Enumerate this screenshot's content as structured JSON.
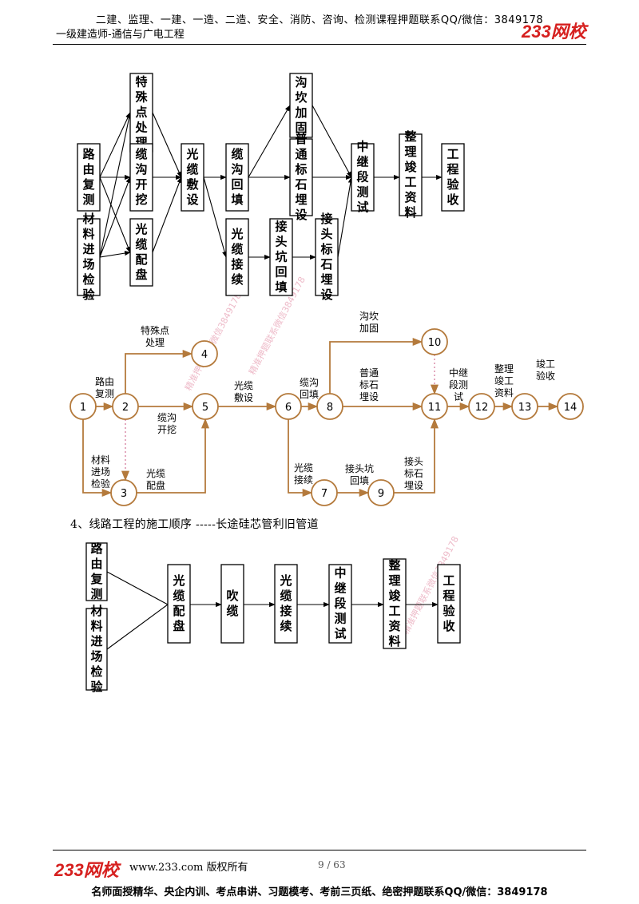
{
  "header": {
    "promo_line": "二建、监理、一建、一造、二造、安全、消防、咨询、检测课程押题联系QQ/微信：3849178",
    "subject": "一级建造师-通信与广电工程",
    "logo": "233网校"
  },
  "flowchart1": {
    "boxes": {
      "route_survey": "路由复测",
      "material_inspection": "材料进场检验",
      "special_point": "特殊点处理",
      "trench_dig": "缆沟开挖",
      "cable_reel": "光缆配盘",
      "cable_lay": "光缆敷设",
      "trench_backfill": "缆沟回填",
      "cable_splice": "光缆接续",
      "joint_pit_backfill": "接头坑回填",
      "ditch_slope": "沟坎加固",
      "marker_stone": "普通标石埋设",
      "joint_marker": "接头标石埋设",
      "relay_test": "中继段测试",
      "as_built_docs": "整理竣工资料",
      "acceptance": "工程验收"
    }
  },
  "network": {
    "nodes": [
      "1",
      "2",
      "3",
      "4",
      "5",
      "6",
      "7",
      "8",
      "9",
      "10",
      "11",
      "12",
      "13",
      "14"
    ],
    "labels": {
      "route_survey": [
        "路由",
        "复测"
      ],
      "special_point": [
        "特殊点",
        "处理"
      ],
      "trench_dig": [
        "缆沟",
        "开挖"
      ],
      "material_inspection": [
        "材料",
        "进场",
        "检验"
      ],
      "cable_reel": [
        "光缆",
        "配盘"
      ],
      "cable_lay": [
        "光缆",
        "敷设"
      ],
      "trench_backfill": [
        "缆沟",
        "回填"
      ],
      "ditch_slope": [
        "沟坎",
        "加固"
      ],
      "marker_stone": [
        "普通",
        "标石",
        "埋设"
      ],
      "cable_splice": [
        "光缆",
        "接续"
      ],
      "joint_pit_backfill": [
        "接头坑",
        "回填"
      ],
      "joint_marker": [
        "接头",
        "标石",
        "埋设"
      ],
      "relay_test": [
        "中继",
        "段测",
        "试"
      ],
      "as_built_docs": [
        "整理",
        "竣工",
        "资料"
      ],
      "acceptance": [
        "竣工",
        "验收"
      ]
    }
  },
  "section_heading": "4、线路工程的施工顺序 -----长途硅芯管利旧管道",
  "flowchart2": {
    "boxes": {
      "route_survey": "路由复测",
      "material_inspection": "材料进场检验",
      "cable_reel": "光缆配盘",
      "blow_cable": "吹缆",
      "cable_splice": "光缆接续",
      "relay_test": "中继段测试",
      "as_built_docs": "整理竣工资料",
      "acceptance": "工程验收"
    }
  },
  "watermarks": [
    "精准押题联系微信3849178",
    "精准押题联系微信3849178",
    "精准押题联系微信3849178"
  ],
  "footer": {
    "logo": "233网校",
    "site": "www.233.com 版权所有",
    "page": "9 / 63",
    "promo_line": "名师面授精华、央企内训、考点串讲、习题模考、考前三页纸、绝密押题联系QQ/微信：3849178"
  },
  "colors": {
    "network_stroke": "#b47a3c",
    "logo_red": "#d6201f",
    "dotted": "#e0a0b8"
  }
}
